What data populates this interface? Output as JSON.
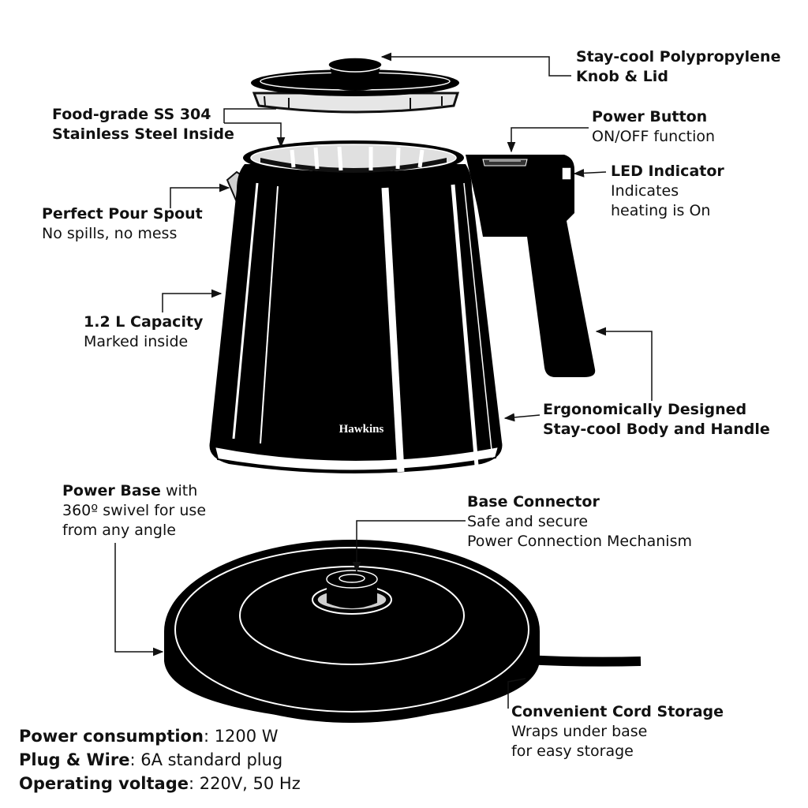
{
  "brand": "Hawkins",
  "labels": {
    "lid": {
      "title_1": "Stay-cool Polypropylene",
      "title_2": "Knob & Lid"
    },
    "steel": {
      "title_1": "Food-grade SS 304",
      "title_2": "Stainless Steel Inside"
    },
    "power_button": {
      "title": "Power Button",
      "desc": "ON/OFF function"
    },
    "led": {
      "title": "LED Indicator",
      "desc_1": "Indicates",
      "desc_2": "heating is On"
    },
    "spout": {
      "title": "Perfect Pour Spout",
      "desc": "No spills, no mess"
    },
    "capacity": {
      "title": "1.2 L Capacity",
      "desc": "Marked inside"
    },
    "ergonomic": {
      "title_1": "Ergonomically Designed",
      "title_2": "Stay-cool Body and Handle"
    },
    "power_base": {
      "title": "Power Base",
      "title_suffix": " with",
      "desc_1": "360º swivel for use",
      "desc_2": "from any angle"
    },
    "connector": {
      "title": "Base Connector",
      "desc_1": "Safe and secure",
      "desc_2": "Power Connection Mechanism"
    },
    "cord": {
      "title": "Convenient Cord Storage",
      "desc_1": "Wraps under base",
      "desc_2": "for easy storage"
    }
  },
  "specs": [
    {
      "key": "Power consumption",
      "value": ": 1200 W"
    },
    {
      "key": "Plug & Wire",
      "value": ": 6A standard plug"
    },
    {
      "key": "Operating voltage",
      "value": ": 220V, 50 Hz"
    }
  ],
  "colors": {
    "body": "#000000",
    "steel": "#d9d9d9",
    "background": "#ffffff"
  }
}
